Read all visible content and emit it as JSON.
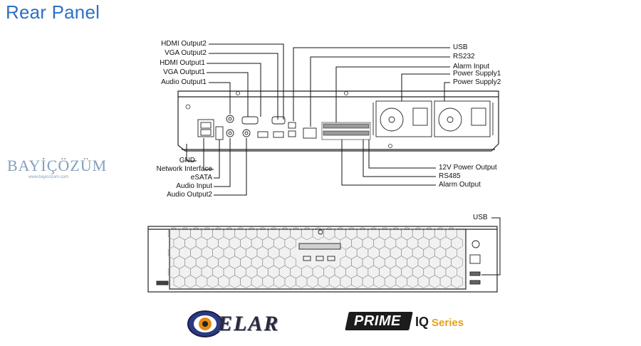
{
  "header": {
    "title": "Rear Panel"
  },
  "labels_left_top": [
    "HDMI Output2",
    "VGA Output2",
    "HDMI Output1",
    "VGA Output1",
    "Audio Output1"
  ],
  "labels_right_top": [
    "USB",
    "RS232",
    "Alarm Input",
    "Power Supply1",
    "Power Supply2"
  ],
  "labels_left_bottom": [
    "GND",
    "Network Interface",
    "eSATA",
    "Audio Input",
    "Audio Output2"
  ],
  "labels_right_bottom": [
    "12V Power Output",
    "RS485",
    "Alarm Output"
  ],
  "front_panel": {
    "usb_label": "USB"
  },
  "watermark": {
    "main": "BAYİÇÖZÜM",
    "sub": "www.bayicozum.com"
  },
  "brands": {
    "elar": "ELAR",
    "prime": "PRIME",
    "iq": "IQ",
    "series": "Series"
  },
  "colors": {
    "title": "#2e6fc4",
    "series_accent": "#e3a21a",
    "watermark": "#5b7fa6"
  }
}
